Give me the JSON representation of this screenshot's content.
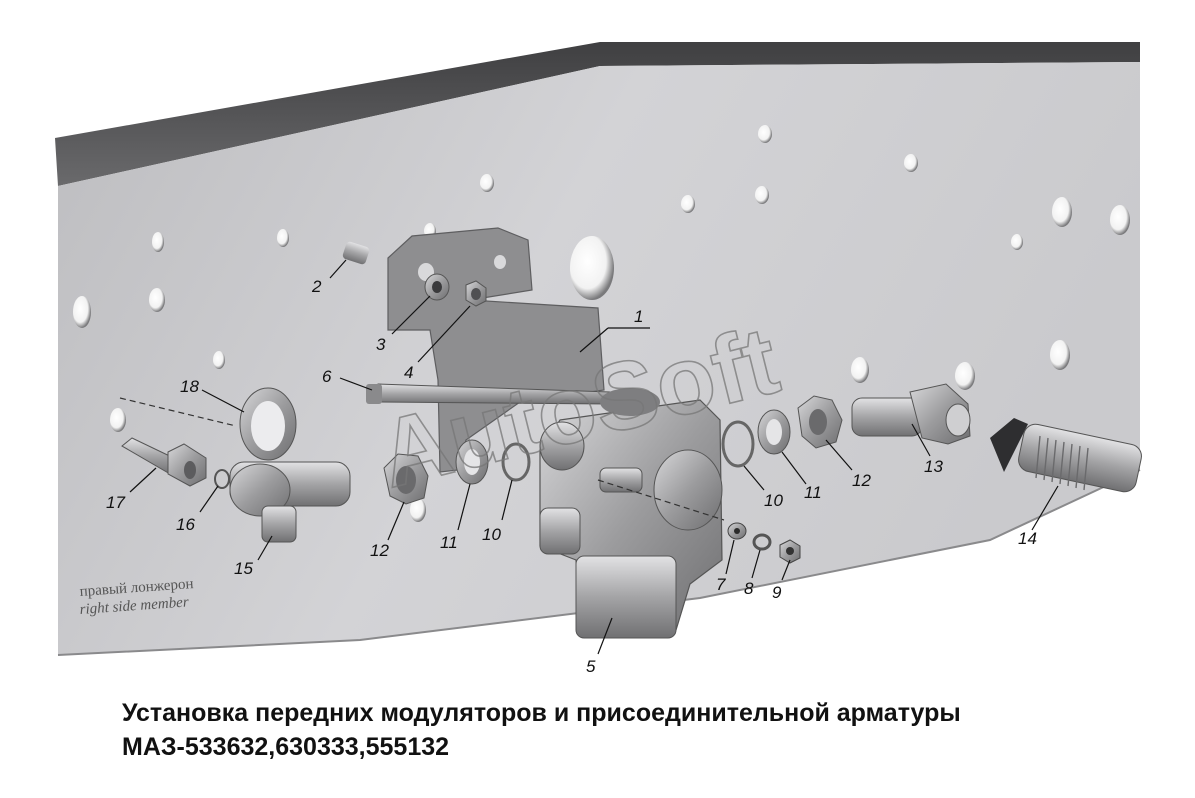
{
  "diagram": {
    "part_callouts": [
      {
        "id": "1",
        "label": "1"
      },
      {
        "id": "2",
        "label": "2"
      },
      {
        "id": "3",
        "label": "3"
      },
      {
        "id": "4",
        "label": "4"
      },
      {
        "id": "5",
        "label": "5"
      },
      {
        "id": "6",
        "label": "6"
      },
      {
        "id": "7",
        "label": "7"
      },
      {
        "id": "8",
        "label": "8"
      },
      {
        "id": "9",
        "label": "9"
      },
      {
        "id": "10a",
        "label": "10"
      },
      {
        "id": "10b",
        "label": "10"
      },
      {
        "id": "11a",
        "label": "11"
      },
      {
        "id": "11b",
        "label": "11"
      },
      {
        "id": "12a",
        "label": "12"
      },
      {
        "id": "12b",
        "label": "12"
      },
      {
        "id": "13",
        "label": "13"
      },
      {
        "id": "14",
        "label": "14"
      },
      {
        "id": "15",
        "label": "15"
      },
      {
        "id": "16",
        "label": "16"
      },
      {
        "id": "17",
        "label": "17"
      },
      {
        "id": "18",
        "label": "18"
      }
    ],
    "frame_label_ru": "правый лонжерон",
    "frame_label_en": "right side member",
    "watermark": "AutoSoft"
  },
  "caption": {
    "title": "Установка передних модуляторов и присоединительной арматуры",
    "models": "МАЗ-533632,630333,555132"
  },
  "colors": {
    "background": "#ffffff",
    "frame_face": "#c9c9cb",
    "frame_top": "#4d4d4f",
    "part_gray": "#9a9a9c",
    "text": "#111111"
  }
}
